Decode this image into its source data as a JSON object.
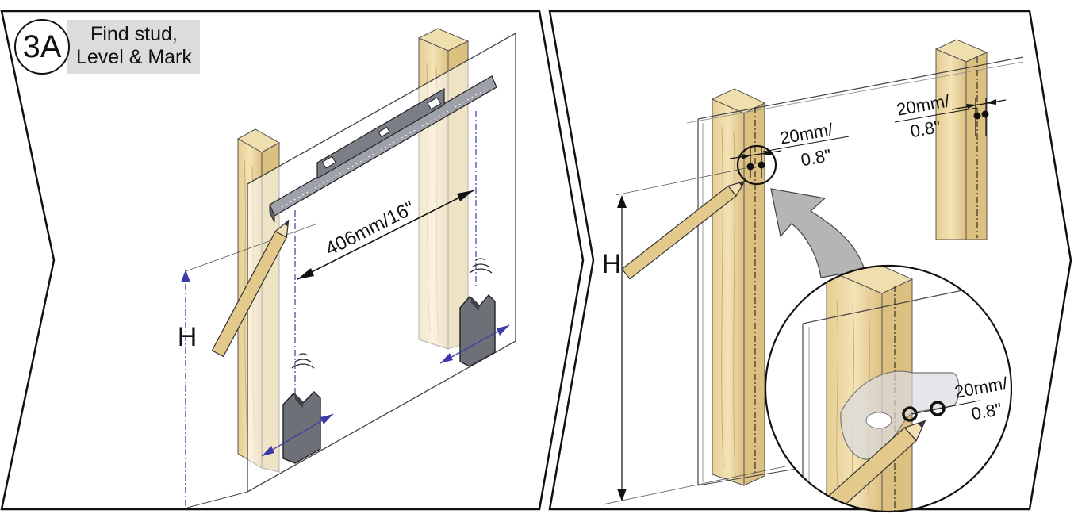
{
  "step": {
    "number": "3A",
    "title_line1": "Find stud,",
    "title_line2": "Level & Mark"
  },
  "left_panel": {
    "stud_spacing_label": "406mm/16\"",
    "height_label": "H"
  },
  "right_panel": {
    "height_label": "H",
    "offset_top_line1": "20mm/",
    "offset_top_line2": "0.8\"",
    "offset_mid_line1": "20mm/",
    "offset_mid_line2": "0.8\"",
    "offset_detail_line1": "20mm/",
    "offset_detail_line2": "0.8\""
  },
  "colors": {
    "wood": "#ecd9a6",
    "wood_grain": "#c9ad72",
    "level_body": "#8a8d96",
    "stud_finder": "#6e7077",
    "dimension_line": "#3a3aa8",
    "callout_gray": "#b5b5b5",
    "outline": "#111111"
  }
}
